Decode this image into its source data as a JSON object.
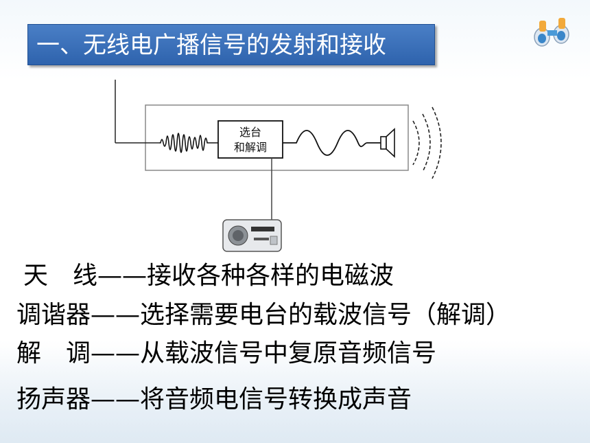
{
  "title": "一、无线电广播信号的发射和接收",
  "diagram": {
    "box_label_line1": "选台",
    "box_label_line2": "和解调"
  },
  "rows": [
    {
      "term": "天　线",
      "dash": "——",
      "desc": "接收各种各样的电磁波"
    },
    {
      "term": "调谐器",
      "dash": "——",
      "desc": "选择需要电台的载波信号（解调）"
    },
    {
      "term": "解　调",
      "dash": "——",
      "desc": "从载波信号中复原音频信号"
    },
    {
      "term": "扬声器",
      "dash": "——",
      "desc": "将音频电信号转换成声音"
    }
  ],
  "icons": [
    "binoculars-icon",
    "radio-icon",
    "speaker-icon",
    "antenna-icon"
  ]
}
